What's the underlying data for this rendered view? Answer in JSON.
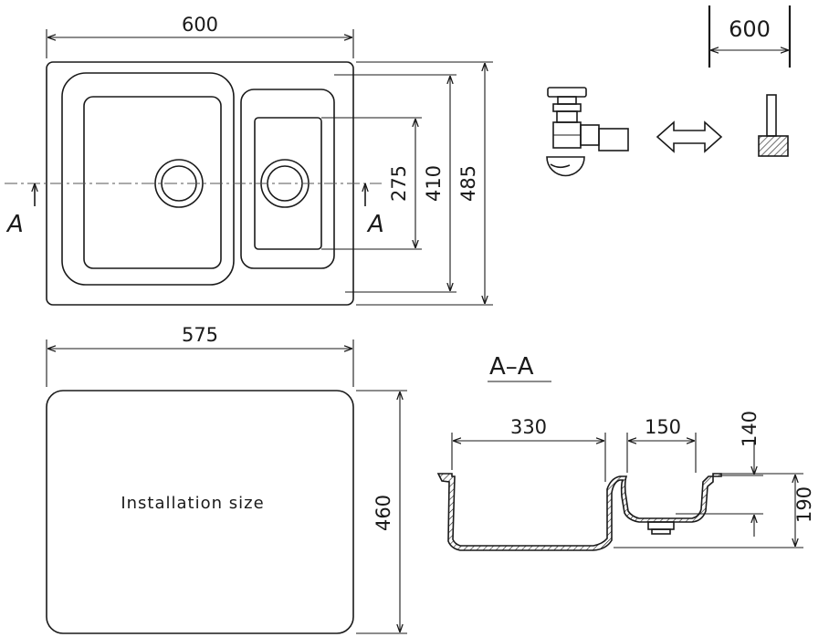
{
  "dimensions": {
    "top_width": "600",
    "cabinet_width": "600",
    "small_bowl_height": "275",
    "inner_height": "410",
    "outer_height": "485",
    "cutout_width": "575",
    "cutout_height": "460",
    "large_bowl_width": "330",
    "small_bowl_width": "150",
    "small_bowl_depth": "140",
    "large_bowl_depth": "190"
  },
  "labels": {
    "section_mark_left": "A",
    "section_mark_right": "A",
    "section_title": "A–A",
    "installation": "Installation size"
  }
}
